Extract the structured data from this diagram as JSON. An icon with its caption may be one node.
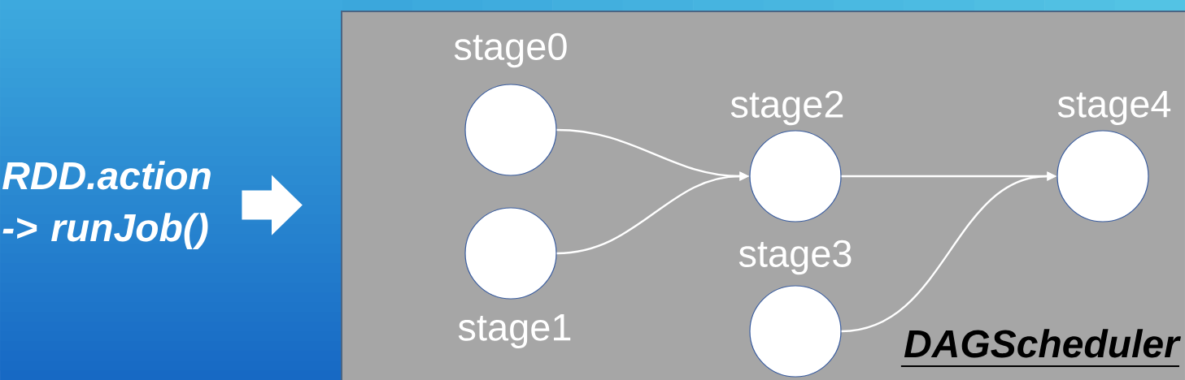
{
  "diagram": {
    "nodes": [
      {
        "text": [
          "RDD.action -> runJob()"
        ]
      },
      {
        "text": [
          "DAGScheduler"
        ]
      },
      {
        "text": [
          "stage0"
        ],
        "in": 1
      },
      {
        "text": [
          "stage1"
        ],
        "in": 1
      },
      {
        "text": [
          "stage2"
        ],
        "in": 1
      },
      {
        "text": [
          "stage3"
        ],
        "in": 1
      },
      {
        "text": [
          "stage4"
        ],
        "in": 1
      }
    ],
    "edges": [
      {
        "from": 0,
        "to": 1,
        "arrow": "to",
        "style": "thick"
      },
      {
        "from": 2,
        "to": 4,
        "arrow": "to"
      },
      {
        "from": 3,
        "to": 4,
        "arrow": "to"
      },
      {
        "from": 4,
        "to": 6,
        "arrow": "to"
      },
      {
        "from": 5,
        "to": 6,
        "arrow": "to"
      }
    ]
  }
}
